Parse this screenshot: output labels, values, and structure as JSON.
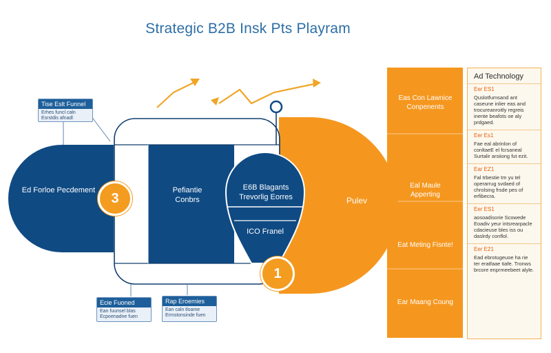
{
  "title": "Strategic B2B Insk Pts Playram",
  "callouts": {
    "top": {
      "heading": "Tise Eslt Funnel",
      "body": "Erhes funcl caln\nEsrstdis afnadl"
    },
    "bottom_left": {
      "heading": "Ecie Fuoned",
      "body": "Ean fuunsel blas\nEcpoenadne fuen"
    },
    "bottom_mid": {
      "heading": "Rap Eroemies",
      "body": "Ean caln tloame\nErmstonsinde fuen"
    }
  },
  "left_shape": {
    "label": "Ed Forloe Pecdement"
  },
  "badges": {
    "left": "3",
    "bottom": "1"
  },
  "middle_block": {
    "label": "Pefiantie Conbrs"
  },
  "balloon": {
    "top_label": "E6B Blagants Trevorlig Eorres",
    "bottom_label": "ICO Franel"
  },
  "orange_shape": {
    "label": "Pulev"
  },
  "columns": [
    {
      "label": "Eas Con Lawnice Conpenents"
    },
    {
      "label": "Eal Maule Apperting"
    },
    {
      "label": "Eat Meting Fisnte!"
    },
    {
      "label": "Ear Maang Coung"
    }
  ],
  "panel": {
    "title": "Ad Technology",
    "sections": [
      {
        "heading": "Eer ES1",
        "text": "Quslotfumsand ant caseune inlier eas and trocureanroitly regreis inente beafots oe aly prdgaed."
      },
      {
        "heading": "Eer Es1",
        "text": "Fae eal abrinlon of conltaeE el fcrsaneal Surtalir arsiiong fut ezit."
      },
      {
        "heading": "Ear EZ1",
        "text": "Fal trbestie tm yu tel operarrug svdaed of chrolsing frsde pes of erfibecra."
      },
      {
        "heading": "Eer ES1",
        "text": "aosoadisorie Scowede Eoadiv yeur intsrearpacle cdacieuse bles iss ou daslrdy conflol."
      },
      {
        "heading": "Eer E21",
        "text": "Ead ebrotugeuoe ha rie ter eratfaae tiafe. Tronws brcore enprmeebeet alyle."
      }
    ]
  },
  "colors": {
    "navy": "#0f4a83",
    "orange": "#f5971f",
    "arrow": "#f0a526",
    "title": "#2d6ea5"
  }
}
